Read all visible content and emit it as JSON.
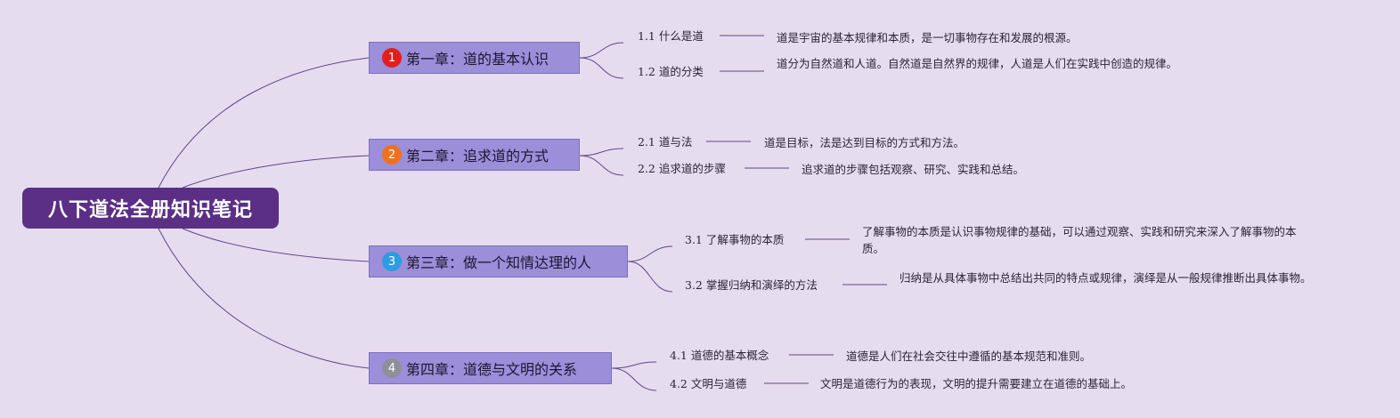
{
  "root": {
    "label": "八下道法全册知识笔记"
  },
  "chapters": [
    {
      "number": "1",
      "badge_color": "#e01f1f",
      "label": "第一章：道的基本认识",
      "topics": [
        {
          "label": "1.1 什么是道",
          "note": "道是宇宙的基本规律和本质，是一切事物存在和发展的根源。"
        },
        {
          "label": "1.2 道的分类",
          "note": "道分为自然道和人道。自然道是自然界的规律，人道是人们在实践中创造的规律。"
        }
      ]
    },
    {
      "number": "2",
      "badge_color": "#ef7120",
      "label": "第二章：追求道的方式",
      "topics": [
        {
          "label": "2.1 道与法",
          "note": "道是目标，法是达到目标的方式和方法。"
        },
        {
          "label": "2.2 追求道的步骤",
          "note": "追求道的步骤包括观察、研究、实践和总结。"
        }
      ]
    },
    {
      "number": "3",
      "badge_color": "#2b9de0",
      "label": "第三章：做一个知情达理的人",
      "topics": [
        {
          "label": "3.1 了解事物的本质",
          "note": "了解事物的本质是认识事物规律的基础，可以通过观察、实践和研究来深入了解事物的本质。"
        },
        {
          "label": "3.2 掌握归纳和演绎的方法",
          "note": "归纳是从具体事物中总结出共同的特点或规律，演绎是从一般规律推断出具体事物。"
        }
      ]
    },
    {
      "number": "4",
      "badge_color": "#8f8f9a",
      "label": "第四章：道德与文明的关系",
      "topics": [
        {
          "label": "4.1 道德的基本概念",
          "note": "道德是人们在社会交往中遵循的基本规范和准则。"
        },
        {
          "label": "4.2 文明与道德",
          "note": "文明是道德行为的表现，文明的提升需要建立在道德的基础上。"
        }
      ]
    }
  ],
  "colors": {
    "background": "#e6dcef",
    "root_fill": "#5b2f86",
    "chapter_fill": "#9c8ed9",
    "connector": "#5a4a86"
  }
}
